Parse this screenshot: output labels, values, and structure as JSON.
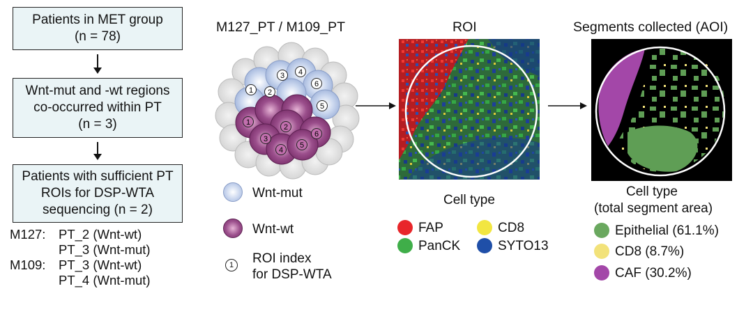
{
  "flow": {
    "box1": {
      "line1": "Patients in MET group",
      "line2": "(n = 78)"
    },
    "box2": {
      "line1": "Wnt-mut and -wt regions",
      "line2": "co-occurred within PT",
      "line3": "(n = 3)"
    },
    "box3": {
      "line1": "Patients with sufficient PT",
      "line2": "ROIs for DSP-WTA",
      "line3": "sequencing (n = 2)"
    }
  },
  "patients": [
    {
      "label": "M127:",
      "value": "PT_2 (Wnt-wt)"
    },
    {
      "label": "",
      "value": "PT_3 (Wnt-mut)"
    },
    {
      "label": "M109:",
      "value": "PT_3 (Wnt-wt)"
    },
    {
      "label": "",
      "value": "PT_4 (Wnt-mut)"
    }
  ],
  "tumor": {
    "title": "M127_PT / M109_PT",
    "mut_indices": [
      "1",
      "2",
      "3",
      "4",
      "5",
      "6"
    ],
    "wt_indices": [
      "1",
      "2",
      "3",
      "4",
      "5",
      "6"
    ],
    "legend": {
      "mut": "Wnt-mut",
      "wt": "Wnt-wt",
      "roi_line1": "ROI index",
      "roi_line2": "for DSP-WTA",
      "roi_symbol": "1"
    }
  },
  "roi": {
    "title": "ROI",
    "legend_title": "Cell type",
    "items": [
      {
        "label": "FAP",
        "color": "#e8262a"
      },
      {
        "label": "CD8",
        "color": "#f2e641"
      },
      {
        "label": "PanCK",
        "color": "#3fae49"
      },
      {
        "label": "SYTO13",
        "color": "#1f4fa8"
      }
    ]
  },
  "aoi": {
    "title": "Segments collected (AOI)",
    "legend_title": "Cell type",
    "legend_subtitle": "(total segment area)",
    "items": [
      {
        "label": "Epithelial (61.1%)",
        "color": "#6aa85f"
      },
      {
        "label": "CD8 (8.7%)",
        "color": "#f2e27a"
      },
      {
        "label": "CAF (30.2%)",
        "color": "#a347a8"
      }
    ]
  }
}
